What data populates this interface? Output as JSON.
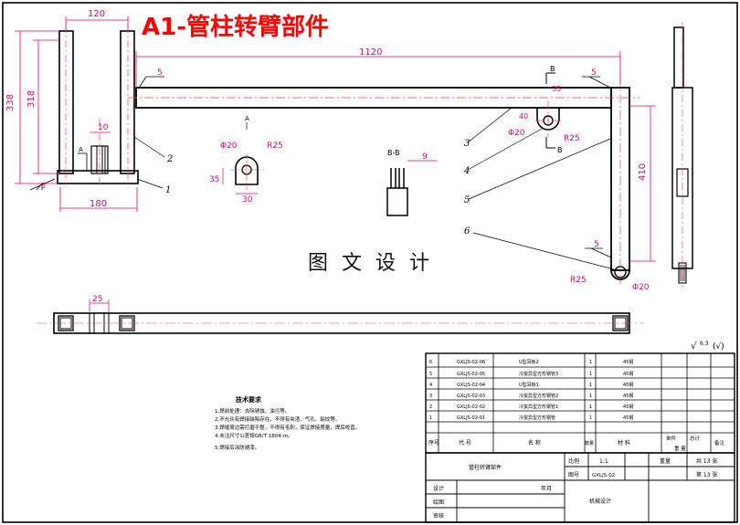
{
  "title": "A1-管柱转臂部件",
  "watermark": "图 文 设 计",
  "colors": {
    "line": "#000000",
    "dim": "#e0007a",
    "accent": "#ff0000",
    "frame": "#000000",
    "center": "#ff3b3b"
  },
  "dims": {
    "top_width": "120",
    "height_338": "338",
    "height_318": "318",
    "gap_10": "10",
    "base_180": "180",
    "arm_1120": "1120",
    "weld_5a": "5",
    "weld_5b": "5",
    "weld_5c": "5",
    "weld_5d": "5",
    "ang_35": "35",
    "phi20_small": "Φ20",
    "r25_small": "R25",
    "d35": "35",
    "d30": "30",
    "phi20_arm": "Φ20",
    "r25_arm": "R25",
    "d410": "410",
    "phi20_bottom": "Φ20",
    "r25_bottom": "R25",
    "d25": "25",
    "d9": "9",
    "sec_label": "B-B",
    "sec_a": "A",
    "sec_b": "B",
    "roughness": "√",
    "roughness_val": "6.3",
    "roughness_paren": "(√)"
  },
  "balloons": [
    "1",
    "2",
    "3",
    "4",
    "5",
    "6"
  ],
  "notes": {
    "heading": "技术要求",
    "lines": [
      "1.焊前处理：去除锈蚀、油污等。",
      "2.不允许有焊接缺陷存在，不得有夹渣、气孔、裂纹等。",
      "3.焊缝周边需打磨平整，不得有毛刺，保证焊接质量，焊后校直。",
      "4.未注尺寸公差按GB/T 1804-m。",
      "5.焊接后涂防锈漆。"
    ]
  },
  "bom": {
    "rows": [
      {
        "no": "6",
        "code": "GXLJS-02-06",
        "name": "U型耳板2",
        "qty": "1",
        "mat": "45钢"
      },
      {
        "no": "5",
        "code": "GXLJS-02-05",
        "name": "冷拔异型方形钢管3",
        "qty": "1",
        "mat": "45钢"
      },
      {
        "no": "4",
        "code": "GXLJS-02-04",
        "name": "U型耳板1",
        "qty": "1",
        "mat": "45钢"
      },
      {
        "no": "3",
        "code": "GXLJS-02-03",
        "name": "冷拔异型方形钢管2",
        "qty": "1",
        "mat": "45钢"
      },
      {
        "no": "2",
        "code": "GXLJS-02-02",
        "name": "冷拔异型方形钢管1",
        "qty": "1",
        "mat": "45钢"
      },
      {
        "no": "1",
        "code": "GXLJS-02-01",
        "name": "冷拔异型方形钢管",
        "qty": "1",
        "mat": "45钢"
      }
    ],
    "header": {
      "no": "序号",
      "code": "代 号",
      "name": "名 称",
      "qty": "数量",
      "mat": "材 料",
      "unit": "单件",
      "total": "总计",
      "weight": "重 量",
      "remark": "备注"
    }
  },
  "titleblock": {
    "part_name": "管柱转臂部件",
    "scale_label": "比例",
    "scale": "1:1",
    "weight_label": "重量",
    "sheets": "共 13 张",
    "drawing_no_label": "图号",
    "drawing_no": "GXLJS-02",
    "sheet": "第 13 张",
    "design": "设计",
    "drawn": "绘图",
    "check": "审核",
    "date_label": "年月",
    "dept": "机械设计"
  }
}
